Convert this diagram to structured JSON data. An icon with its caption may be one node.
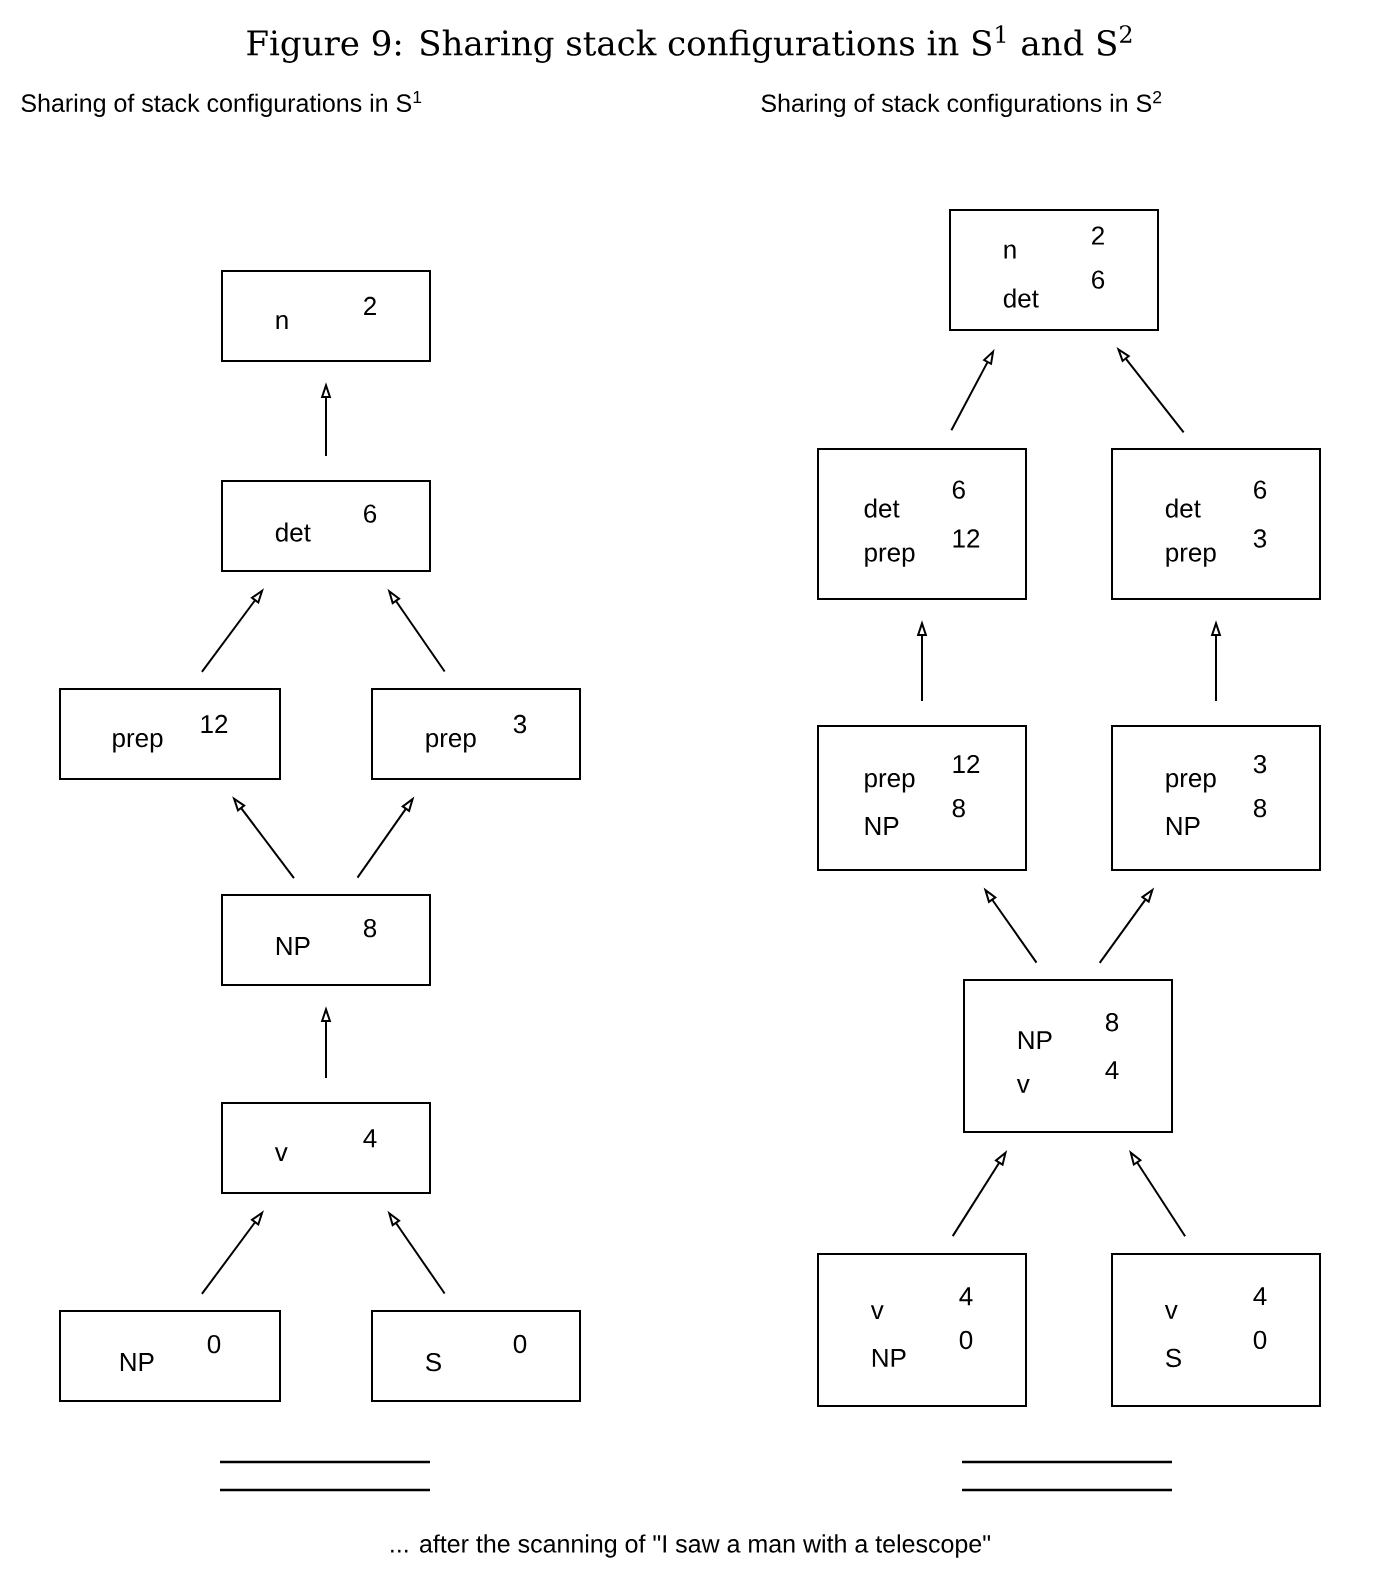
{
  "diagram": {
    "title": "Figure 9: Sharing stack configurations in S$^{1}$ and S$^{2}$",
    "caption": "... after the scanning of \"I saw a man with a telescope\"",
    "labels": [
      "Sharing of stack configurations in S$^{1}$",
      "Sharing of stack configurations in S$^{2}$"
    ],
    "nodes": [
      {
        "text": [
          "n",
          "2"
        ]
      },
      {
        "text": [
          "det",
          "6"
        ]
      },
      {
        "text": [
          "prep",
          "12"
        ]
      },
      {
        "text": [
          "prep",
          "3"
        ]
      },
      {
        "text": [
          "NP",
          "8"
        ]
      },
      {
        "text": [
          "v",
          "4"
        ]
      },
      {
        "text": [
          "NP",
          "0"
        ]
      },
      {
        "text": [
          "S",
          "0"
        ]
      },
      {
        "text": [
          "n",
          "2",
          "det",
          "6"
        ]
      },
      {
        "text": [
          "det",
          "6",
          "prep",
          "12"
        ]
      },
      {
        "text": [
          "det",
          "6",
          "prep",
          "3"
        ]
      },
      {
        "text": [
          "prep",
          "12",
          "NP",
          "8"
        ]
      },
      {
        "text": [
          "prep",
          "3",
          "NP",
          "8"
        ]
      },
      {
        "text": [
          "NP",
          "8",
          "v",
          "4"
        ]
      },
      {
        "text": [
          "v",
          "4",
          "NP",
          "0"
        ]
      },
      {
        "text": [
          "v",
          "4",
          "S",
          "0"
        ]
      }
    ],
    "edges": [
      {
        "from": 1,
        "to": 0,
        "arrow": "to"
      },
      {
        "from": 2,
        "to": 1,
        "arrow": "to"
      },
      {
        "from": 3,
        "to": 1,
        "arrow": "to"
      },
      {
        "from": 4,
        "to": 2,
        "arrow": "to"
      },
      {
        "from": 4,
        "to": 3,
        "arrow": "to"
      },
      {
        "from": 5,
        "to": 4,
        "arrow": "to"
      },
      {
        "from": 6,
        "to": 5,
        "arrow": "to"
      },
      {
        "from": 7,
        "to": 5,
        "arrow": "to"
      },
      {
        "from": 9,
        "to": 8,
        "arrow": "to"
      },
      {
        "from": 10,
        "to": 8,
        "arrow": "to"
      },
      {
        "from": 11,
        "to": 9,
        "arrow": "to"
      },
      {
        "from": 12,
        "to": 10,
        "arrow": "to"
      },
      {
        "from": 13,
        "to": 11,
        "arrow": "to"
      },
      {
        "from": 13,
        "to": 12,
        "arrow": "to"
      },
      {
        "from": 14,
        "to": 13,
        "arrow": "to"
      },
      {
        "from": 15,
        "to": 13,
        "arrow": "to"
      }
    ]
  }
}
